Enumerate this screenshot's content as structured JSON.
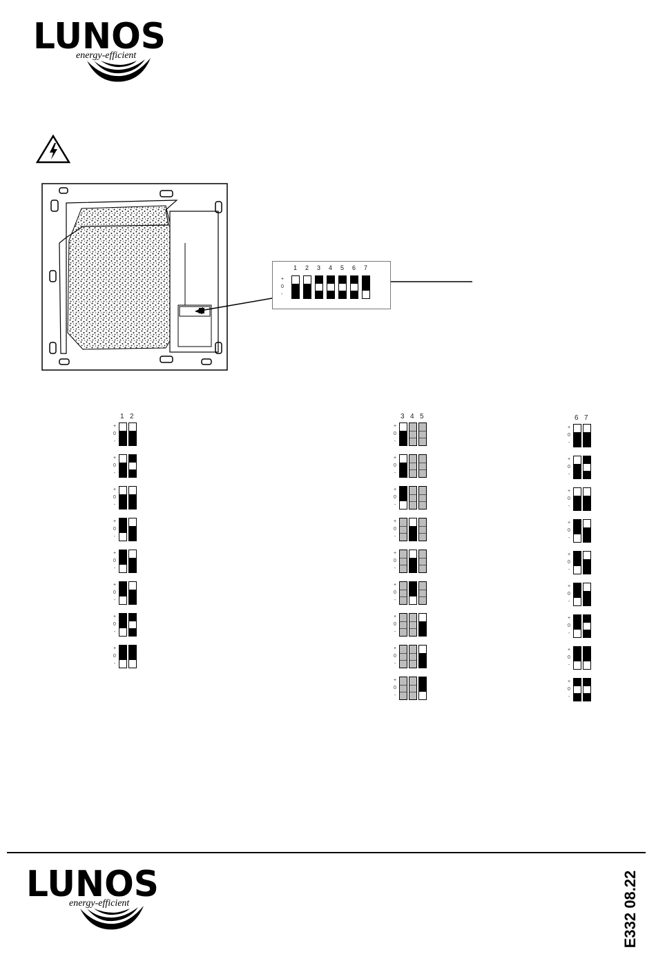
{
  "brand": {
    "word": "LUNOS",
    "tagline": "energy-efficient",
    "color": "#000000"
  },
  "warning": {
    "icon": "high-voltage-warning-icon"
  },
  "dip_panel": {
    "labels": [
      "1",
      "2",
      "3",
      "4",
      "5",
      "6",
      "7"
    ],
    "row_labels": [
      "+",
      "0",
      "-"
    ],
    "states": [
      "-",
      "-",
      "0",
      "0",
      "0",
      "0",
      "+"
    ]
  },
  "groups": [
    {
      "headers": [
        "1",
        "2"
      ],
      "type": "2",
      "rows": [
        [
          "-",
          "-"
        ],
        [
          "-",
          "0"
        ],
        [
          "-",
          "-"
        ],
        [
          "+",
          "-"
        ],
        [
          "+",
          "-"
        ],
        [
          "+",
          "-"
        ],
        [
          "+",
          "0"
        ],
        [
          "+",
          "+"
        ]
      ]
    },
    {
      "headers": [
        "3",
        "4",
        "5"
      ],
      "type": "3",
      "rows": [
        [
          "+",
          "x",
          "x"
        ],
        [
          "+",
          "x",
          "x"
        ],
        [
          "-",
          "x",
          "x"
        ],
        [
          "x",
          "+",
          "x"
        ],
        [
          "x",
          "+",
          "x"
        ],
        [
          "x",
          "-",
          "x"
        ],
        [
          "x",
          "x",
          "+"
        ],
        [
          "x",
          "x",
          "+"
        ],
        [
          "x",
          "x",
          "-"
        ]
      ]
    },
    {
      "headers": [
        "6",
        "7"
      ],
      "type": "2",
      "rows": [
        [
          "-",
          "-"
        ],
        [
          "-",
          "0"
        ],
        [
          "-",
          "-"
        ],
        [
          "+",
          "-"
        ],
        [
          "+",
          "-"
        ],
        [
          "+",
          "-"
        ],
        [
          "+",
          "0"
        ],
        [
          "+",
          "+"
        ],
        [
          "0",
          "0"
        ]
      ]
    }
  ],
  "footer": {
    "code": "E332 08.22"
  },
  "colors": {
    "switch_on": "#000000",
    "switch_off": "#ffffff",
    "switch_inactive": "#bdbdbd"
  }
}
